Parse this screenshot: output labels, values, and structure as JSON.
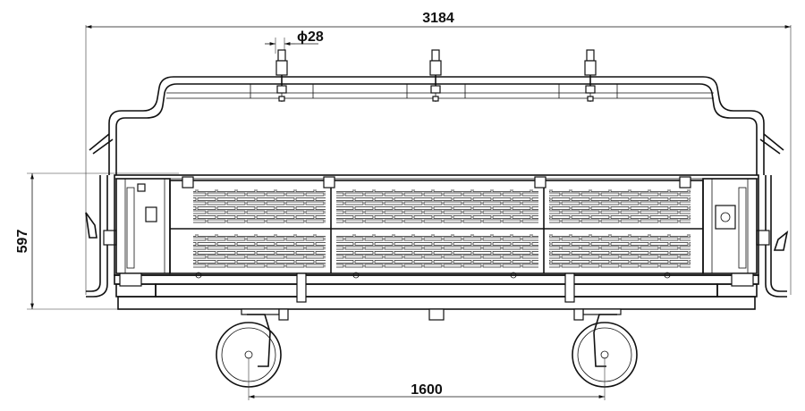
{
  "dimensions": {
    "overall_width": "3184",
    "height": "597",
    "pipe_diameter": "ϕ28",
    "wheel_spacing": "1600"
  },
  "colors": {
    "line": "#111111",
    "background": "#ffffff"
  }
}
